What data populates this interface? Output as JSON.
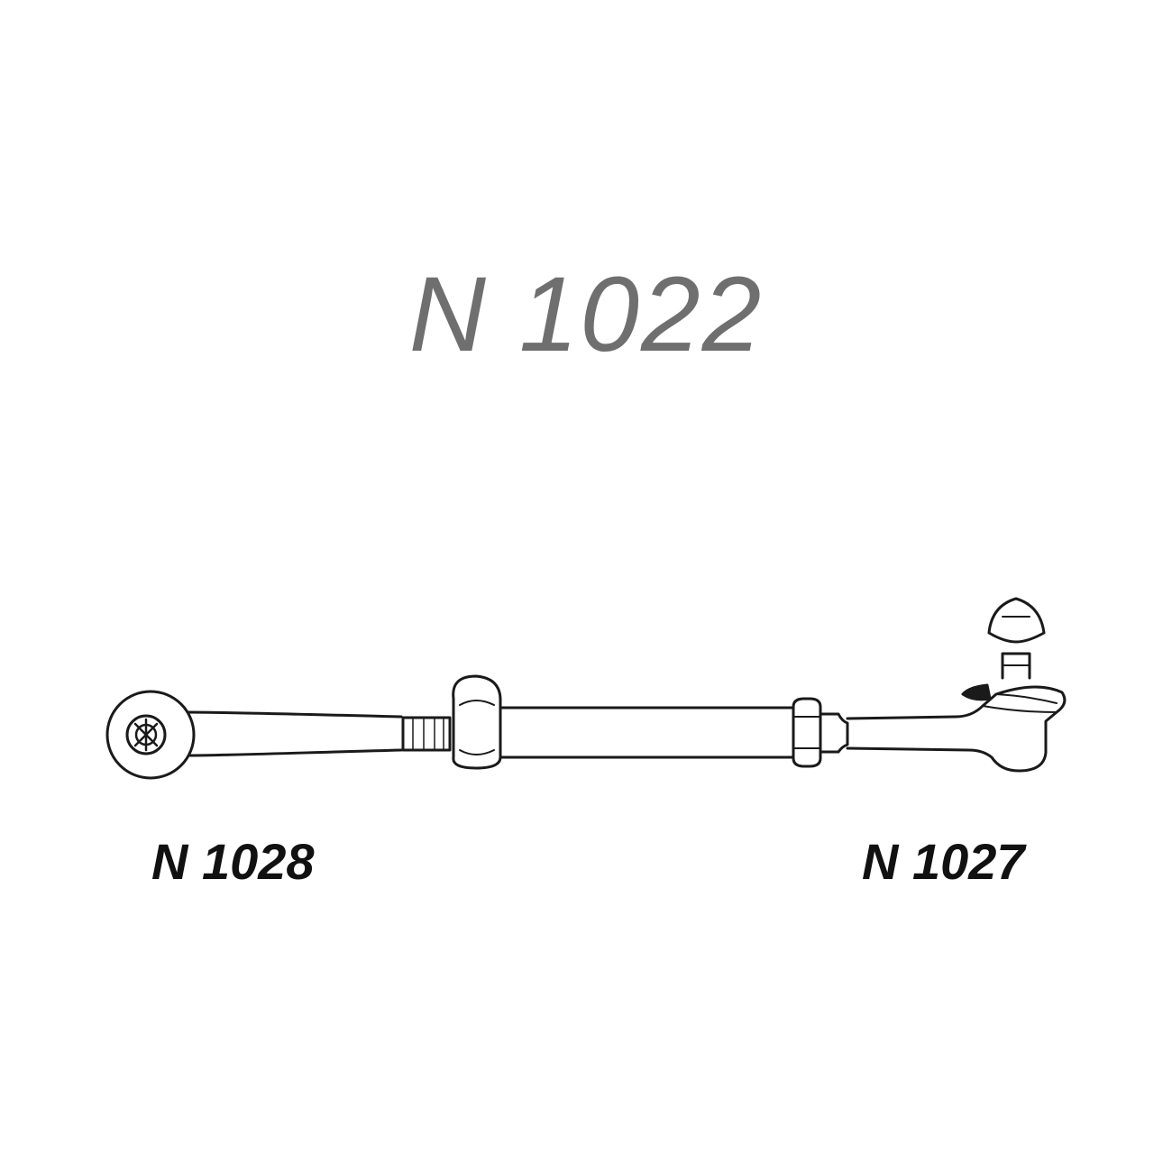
{
  "diagram": {
    "title": "N 1022",
    "labels": {
      "left_part": "N 1028",
      "right_part": "N 1027"
    },
    "colors": {
      "background": "#ffffff",
      "line": "#1a1a1a",
      "title": "#6f6f6f"
    }
  }
}
